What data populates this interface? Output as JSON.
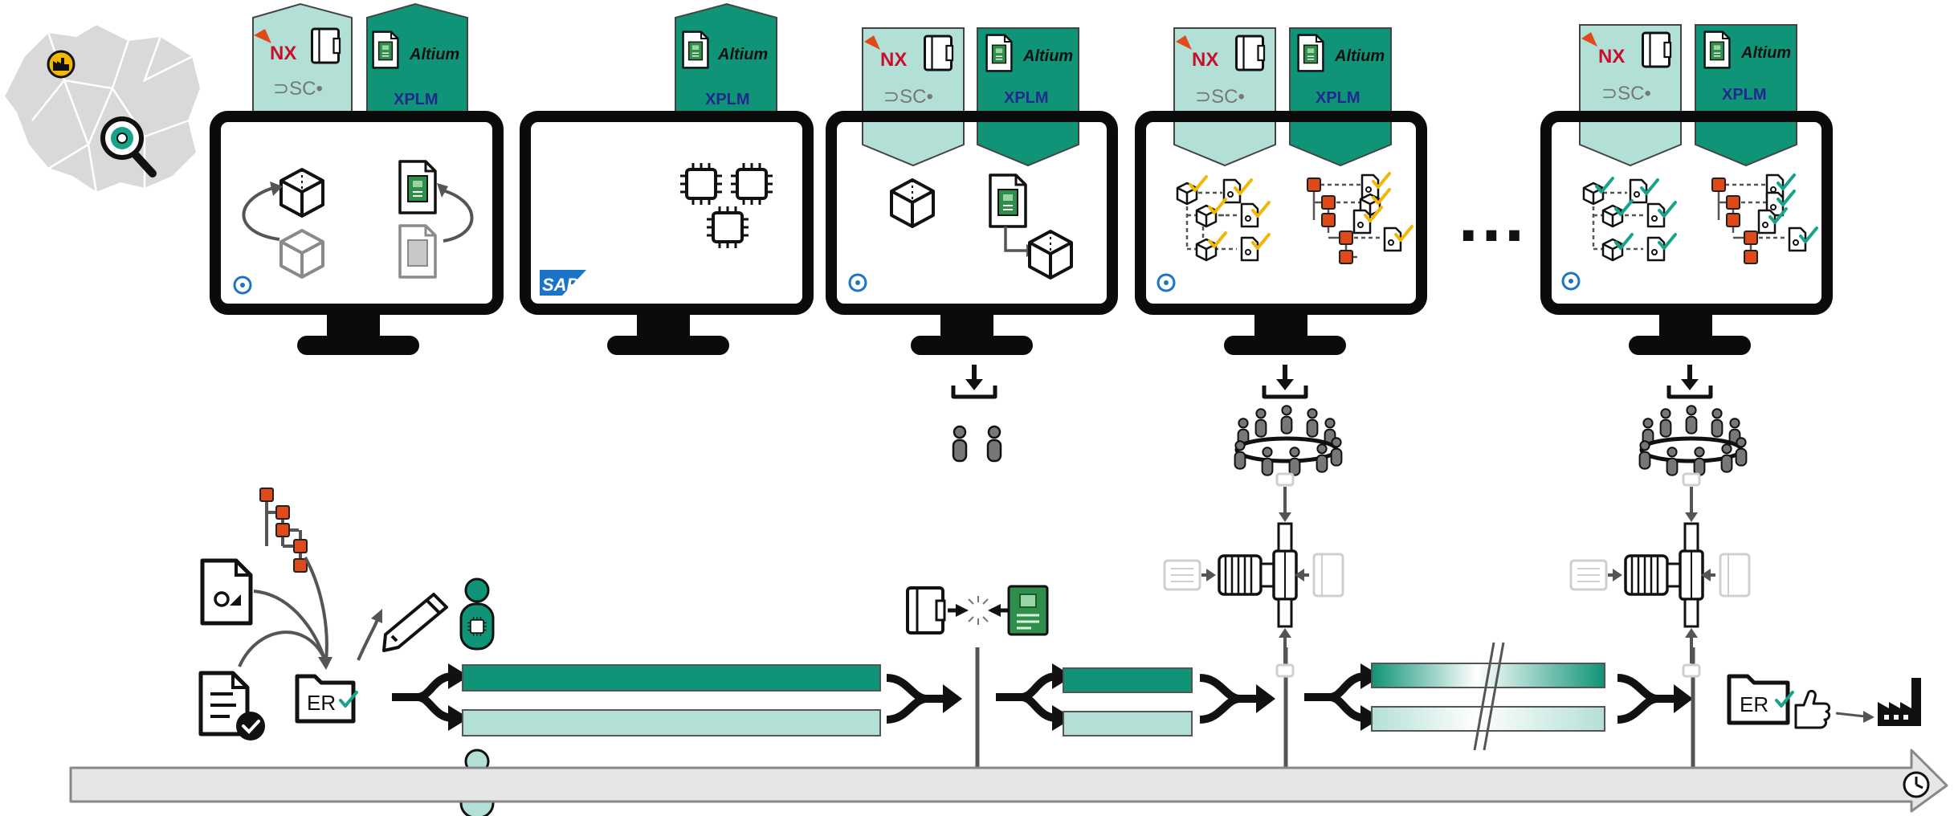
{
  "labels": {
    "nx": "NX",
    "dsc": "⊃SC•",
    "altium": "Altium",
    "xplm": "XPLM",
    "sap": "SAP",
    "er": "ER",
    "ellipsis": "…"
  },
  "colors": {
    "dark_green": "#0f9477",
    "light_green": "#b3e0d6",
    "monitor": "#0b0b0b",
    "red_orange": "#e04a1b",
    "check_yellow": "#f2b705",
    "check_teal": "#17a38a",
    "map_gray": "#d9d9d9",
    "timeline_gray": "#e6e6e6",
    "sap_blue": "#1b74c7"
  },
  "monitors": [
    {
      "id": "m1",
      "tabs": [
        "nx-dsc",
        "altium-xplm"
      ],
      "content": "cad-and-pcb-iteration",
      "output": "none"
    },
    {
      "id": "m2",
      "tabs": [
        "altium-xplm"
      ],
      "content": "chips",
      "erp": "sap",
      "output": "none"
    },
    {
      "id": "m3",
      "tabs": [
        "nx-dsc",
        "altium-xplm"
      ],
      "content": "pcb-into-cad",
      "output": "two-people"
    },
    {
      "id": "m4",
      "tabs": [
        "nx-dsc",
        "altium-xplm"
      ],
      "content": "structures-yellow-checks",
      "output": "meeting"
    },
    {
      "id": "m5",
      "tabs": [
        "nx-dsc",
        "altium-xplm"
      ],
      "content": "structures-teal-checks",
      "output": "meeting"
    }
  ],
  "icons": [
    "map-icon",
    "factory-badge-icon",
    "magnifier-icon",
    "cube-icon",
    "pcb-document-icon",
    "chip-icon",
    "download-tray-icon",
    "person-icon",
    "meeting-table-icon",
    "tree-icon",
    "drawing-document-icon",
    "checked-document-icon",
    "er-folder-icon",
    "pencil-icon",
    "engineer-icon",
    "gear-person-icon",
    "split-arrow-icon",
    "merge-arrow-icon",
    "housing-icon",
    "collision-icon",
    "pcb-board-icon",
    "assembly-icon",
    "thumbs-up-icon",
    "factory-icon",
    "clock-icon"
  ]
}
